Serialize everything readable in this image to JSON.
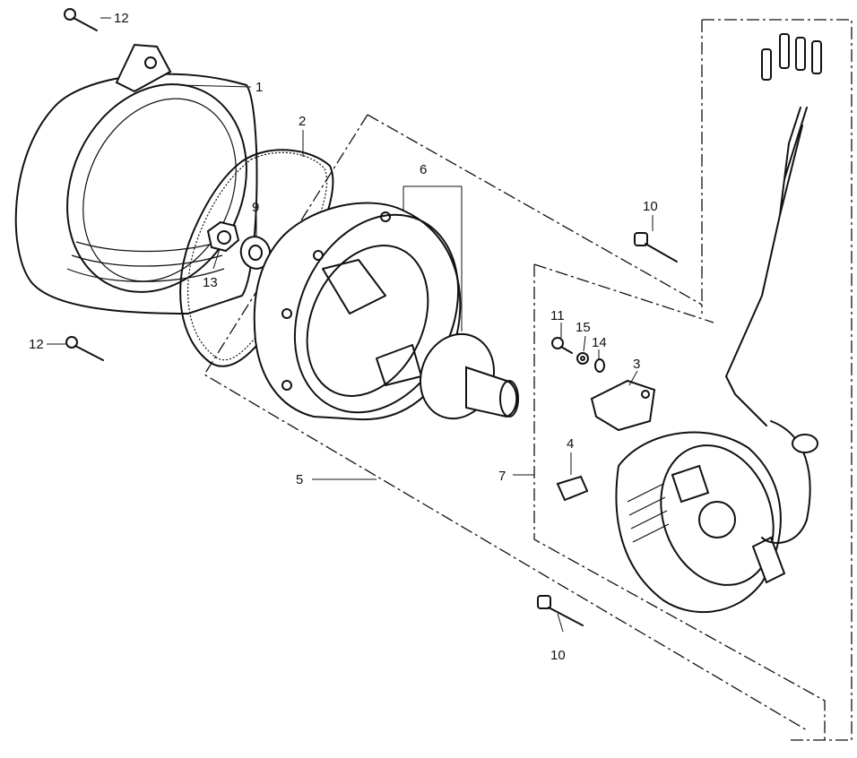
{
  "callouts": {
    "c1": "1",
    "c2": "2",
    "c3": "3",
    "c4": "4",
    "c5": "5",
    "c6": "6",
    "c7": "7",
    "c9": "9",
    "c10a": "10",
    "c10b": "10",
    "c11": "11",
    "c12a": "12",
    "c12b": "12",
    "c13": "13",
    "c14": "14",
    "c15": "15"
  },
  "parts": [
    {
      "ref": "1",
      "icon": "housing-cover-icon"
    },
    {
      "ref": "2",
      "icon": "gasket-icon"
    },
    {
      "ref": "3",
      "icon": "brush-holder-icon"
    },
    {
      "ref": "4",
      "icon": "brush-icon"
    },
    {
      "ref": "5",
      "icon": "rotor-assembly-dashed-group"
    },
    {
      "ref": "6",
      "icon": "rotor-icon"
    },
    {
      "ref": "7",
      "icon": "stator-assembly-dashed-group"
    },
    {
      "ref": "9",
      "icon": "washer-icon"
    },
    {
      "ref": "10",
      "icon": "bolt-icon"
    },
    {
      "ref": "11",
      "icon": "screw-icon"
    },
    {
      "ref": "12",
      "icon": "bolt-icon"
    },
    {
      "ref": "13",
      "icon": "nut-icon"
    },
    {
      "ref": "14",
      "icon": "washer-icon"
    },
    {
      "ref": "15",
      "icon": "washer-icon"
    }
  ]
}
